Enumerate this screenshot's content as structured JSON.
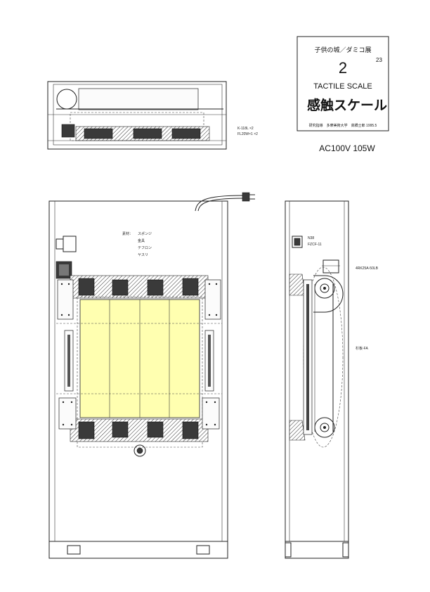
{
  "title_block": {
    "project": "子供の城／ダミコ展",
    "sheet_number": "2",
    "sheet_sub": "23",
    "title_en": "TACTILE SCALE",
    "title_jp": "感触スケール",
    "footer": "研究指導　多摩美術大学　高橋士郎 1995.5"
  },
  "power_rating": "AC100V 105W",
  "top_view": {
    "lamp_note_1": "K-118L ×2",
    "lamp_note_2": "FL20W×1 ×2"
  },
  "front_view": {
    "material_label": "素材：",
    "materials": [
      "スポンジ",
      "金具",
      "テフロン",
      "ヤスリ"
    ]
  },
  "side_view": {
    "label_1": "N38",
    "label_2": "FZCF-11",
    "motor_note": "4RK25A-50LB",
    "belt_note": "杉板-FA"
  }
}
